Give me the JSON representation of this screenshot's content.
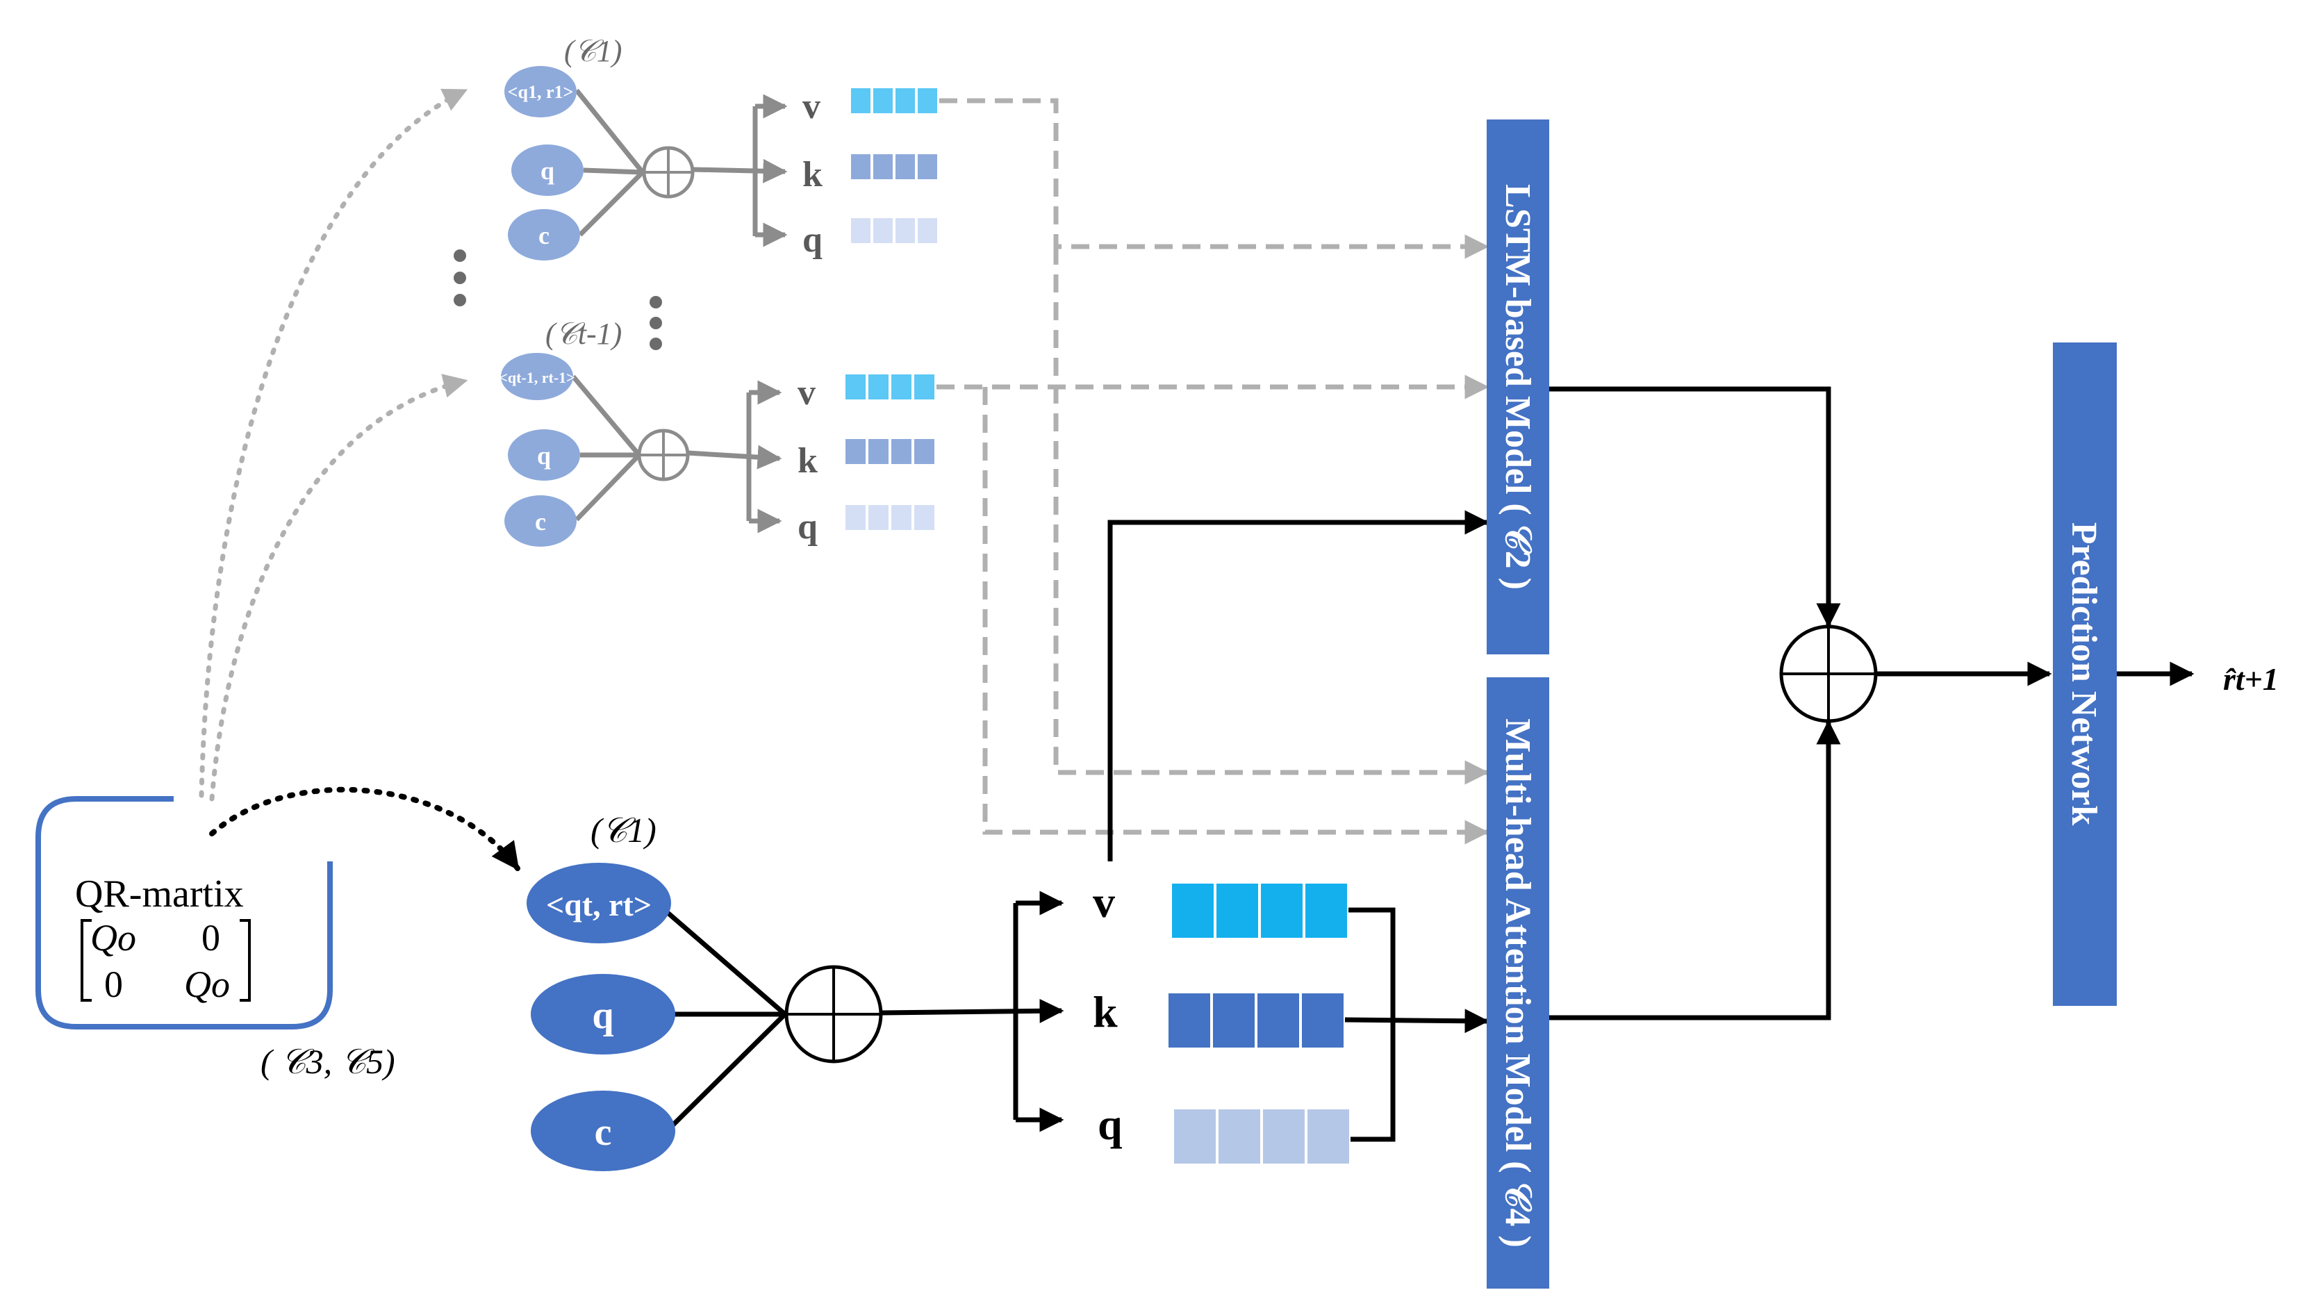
{
  "colors": {
    "gray_stroke": "#8c8c8c",
    "gray_dash": "#b0b0b0",
    "black": "#000000",
    "block_blue": "#4472c4",
    "light_oval": "#8eaadb",
    "dark_oval": "#4472c4",
    "v_fill": "#5bc8f5",
    "k_fill": "#6b8fd6",
    "q_fill_small": "#d4dff5",
    "v_fill_big": "#14b0ee",
    "k_fill_big": "#4472c4",
    "q_fill_big": "#b4c7e7"
  },
  "top_unit_1": {
    "label": "(𝒞1)",
    "oval_qr": "<q1, r1>",
    "oval_q": "q",
    "oval_c": "c",
    "v": "v",
    "k": "k",
    "q": "q"
  },
  "top_unit_2": {
    "label": "(𝒞t-1)",
    "oval_qr": "<qt-1, rt-1>",
    "oval_q": "q",
    "oval_c": "c",
    "v": "v",
    "k": "k",
    "q": "q"
  },
  "bottom_unit": {
    "label": "(𝒞1)",
    "oval_qr": "<qt, rt>",
    "oval_q": "q",
    "oval_c": "c",
    "v": "v",
    "k": "k",
    "q": "q"
  },
  "qr_matrix": {
    "title": "QR-martix",
    "m11": "Qo",
    "m12": "0",
    "m21": "0",
    "m22": "Qo",
    "caption": "( 𝒞3,  𝒞5)"
  },
  "lstm_block": {
    "label": "LSTM-based Model ( 𝒞2 )"
  },
  "attn_block": {
    "label": "Multi-head Attention Model ( 𝒞4 )"
  },
  "pred_block": {
    "label": "Prediction Network"
  },
  "output": {
    "label": "r̂t+1"
  }
}
